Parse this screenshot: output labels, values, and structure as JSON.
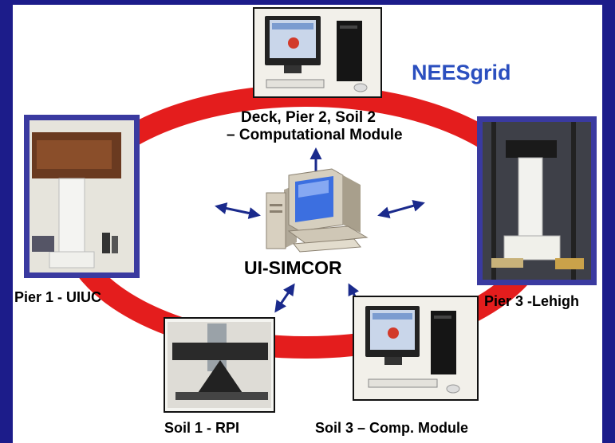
{
  "network_label": "NEESgrid",
  "center_label": "UI-SIMCOR",
  "nodes": {
    "deck": {
      "line1": "Deck, Pier 2, Soil 2",
      "line2": "– Computational Module"
    },
    "pier1": {
      "label": "Pier 1 - UIUC"
    },
    "pier3": {
      "label": "Pier 3 -Lehigh"
    },
    "soil1": {
      "label": "Soil 1 - RPI"
    },
    "soil3": {
      "label": "Soil 3 – Comp. Module"
    }
  },
  "colors": {
    "ring": "#e41d1d",
    "frame": "#1c1c8a",
    "network_text": "#2b4fbf",
    "arrow": "#1a2a8c"
  }
}
